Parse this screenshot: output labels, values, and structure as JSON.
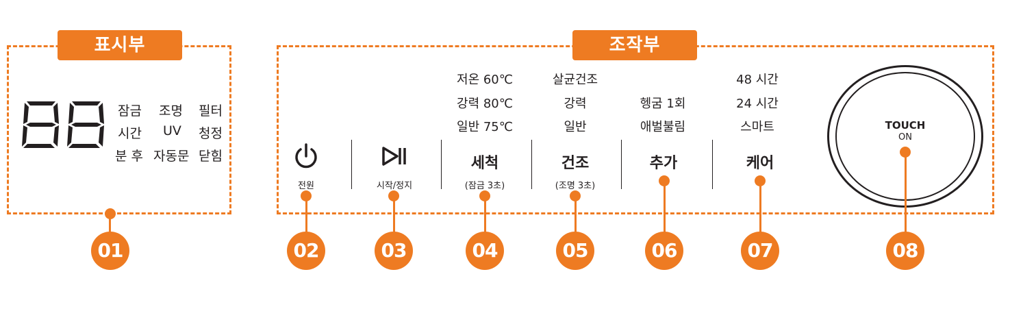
{
  "display_panel": {
    "title": "표시부",
    "digits": "88",
    "rows": [
      [
        "잠금",
        "조명",
        "필터"
      ],
      [
        "시간",
        "UV",
        "청정"
      ],
      [
        "분 후",
        "자동문",
        "닫힘"
      ]
    ]
  },
  "control_panel": {
    "title": "조작부",
    "buttons": [
      {
        "icon": "power-icon",
        "label": "",
        "sub": "전원",
        "options": []
      },
      {
        "icon": "play-pause-icon",
        "label": "",
        "sub": "시작/정지",
        "options": []
      },
      {
        "icon": "",
        "label": "세척",
        "sub": "(잠금 3초)",
        "options": [
          "저온 60℃",
          "강력 80℃",
          "일반 75℃"
        ]
      },
      {
        "icon": "",
        "label": "건조",
        "sub": "(조명 3초)",
        "options": [
          "살균건조",
          "강력",
          "일반"
        ]
      },
      {
        "icon": "",
        "label": "추가",
        "sub": "",
        "options": [
          "헹굼 1회",
          "애벌불림"
        ]
      },
      {
        "icon": "",
        "label": "케어",
        "sub": "",
        "options": [
          "48 시간",
          "24 시간",
          "스마트"
        ]
      }
    ],
    "touch": {
      "label": "TOUCH",
      "sub": "ON"
    }
  },
  "callouts": [
    "01",
    "02",
    "03",
    "04",
    "05",
    "06",
    "07",
    "08"
  ],
  "colors": {
    "accent": "#ee7b22",
    "ink": "#231f20"
  }
}
